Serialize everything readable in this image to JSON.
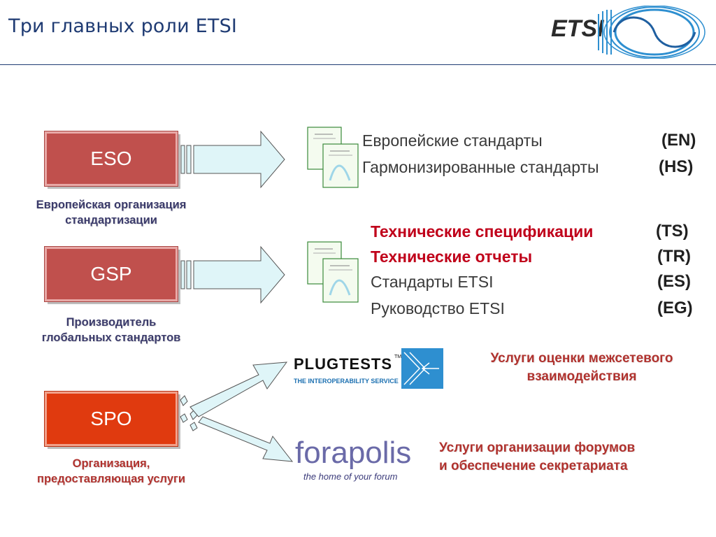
{
  "slide": {
    "title": "Три главных роли ETSI",
    "logo_text": "ETSI"
  },
  "roles": [
    {
      "label": "ESO",
      "caption_line1": "Европейская организация",
      "caption_line2": "стандартизации"
    },
    {
      "label": "GSP",
      "caption_line1": "Производитель",
      "caption_line2": "глобальных стандартов"
    },
    {
      "label": "SPO",
      "caption_line1": "Организация,",
      "caption_line2": "предоставляющая услуги"
    }
  ],
  "eso_outputs": [
    {
      "name": "Европейские стандарты",
      "code": "(EN)"
    },
    {
      "name": "Гармонизированные стандарты",
      "code": "(HS)"
    }
  ],
  "gsp_outputs": [
    {
      "name": "Технические спецификации",
      "code": "(TS)"
    },
    {
      "name": "Технические отчеты",
      "code": "(TR)"
    },
    {
      "name": "Стандарты ETSI",
      "code": "(ES)"
    },
    {
      "name": "Руководство ETSI",
      "code": "(EG)"
    }
  ],
  "services": {
    "plugtests": {
      "logo_main": "PLUGTESTS",
      "logo_tm": "TM",
      "logo_sub": "THE INTEROPERABILITY SERVICE",
      "text_line1": "Услуги оценки межсетевого",
      "text_line2": "взаимодействия"
    },
    "forapolis": {
      "logo_main": "forapolis",
      "logo_sub": "the home of   your forum",
      "text_line1": "Услуги организации форумов",
      "text_line2": "и обеспечение секретариата"
    }
  },
  "colors": {
    "title": "#1f3b73",
    "box_red": "#c0504d",
    "box_orange_red": "#e03a0f",
    "caption_red": "#b0322e",
    "highlight_red": "#c0001a",
    "arrow_fill": "#dff5f8"
  }
}
